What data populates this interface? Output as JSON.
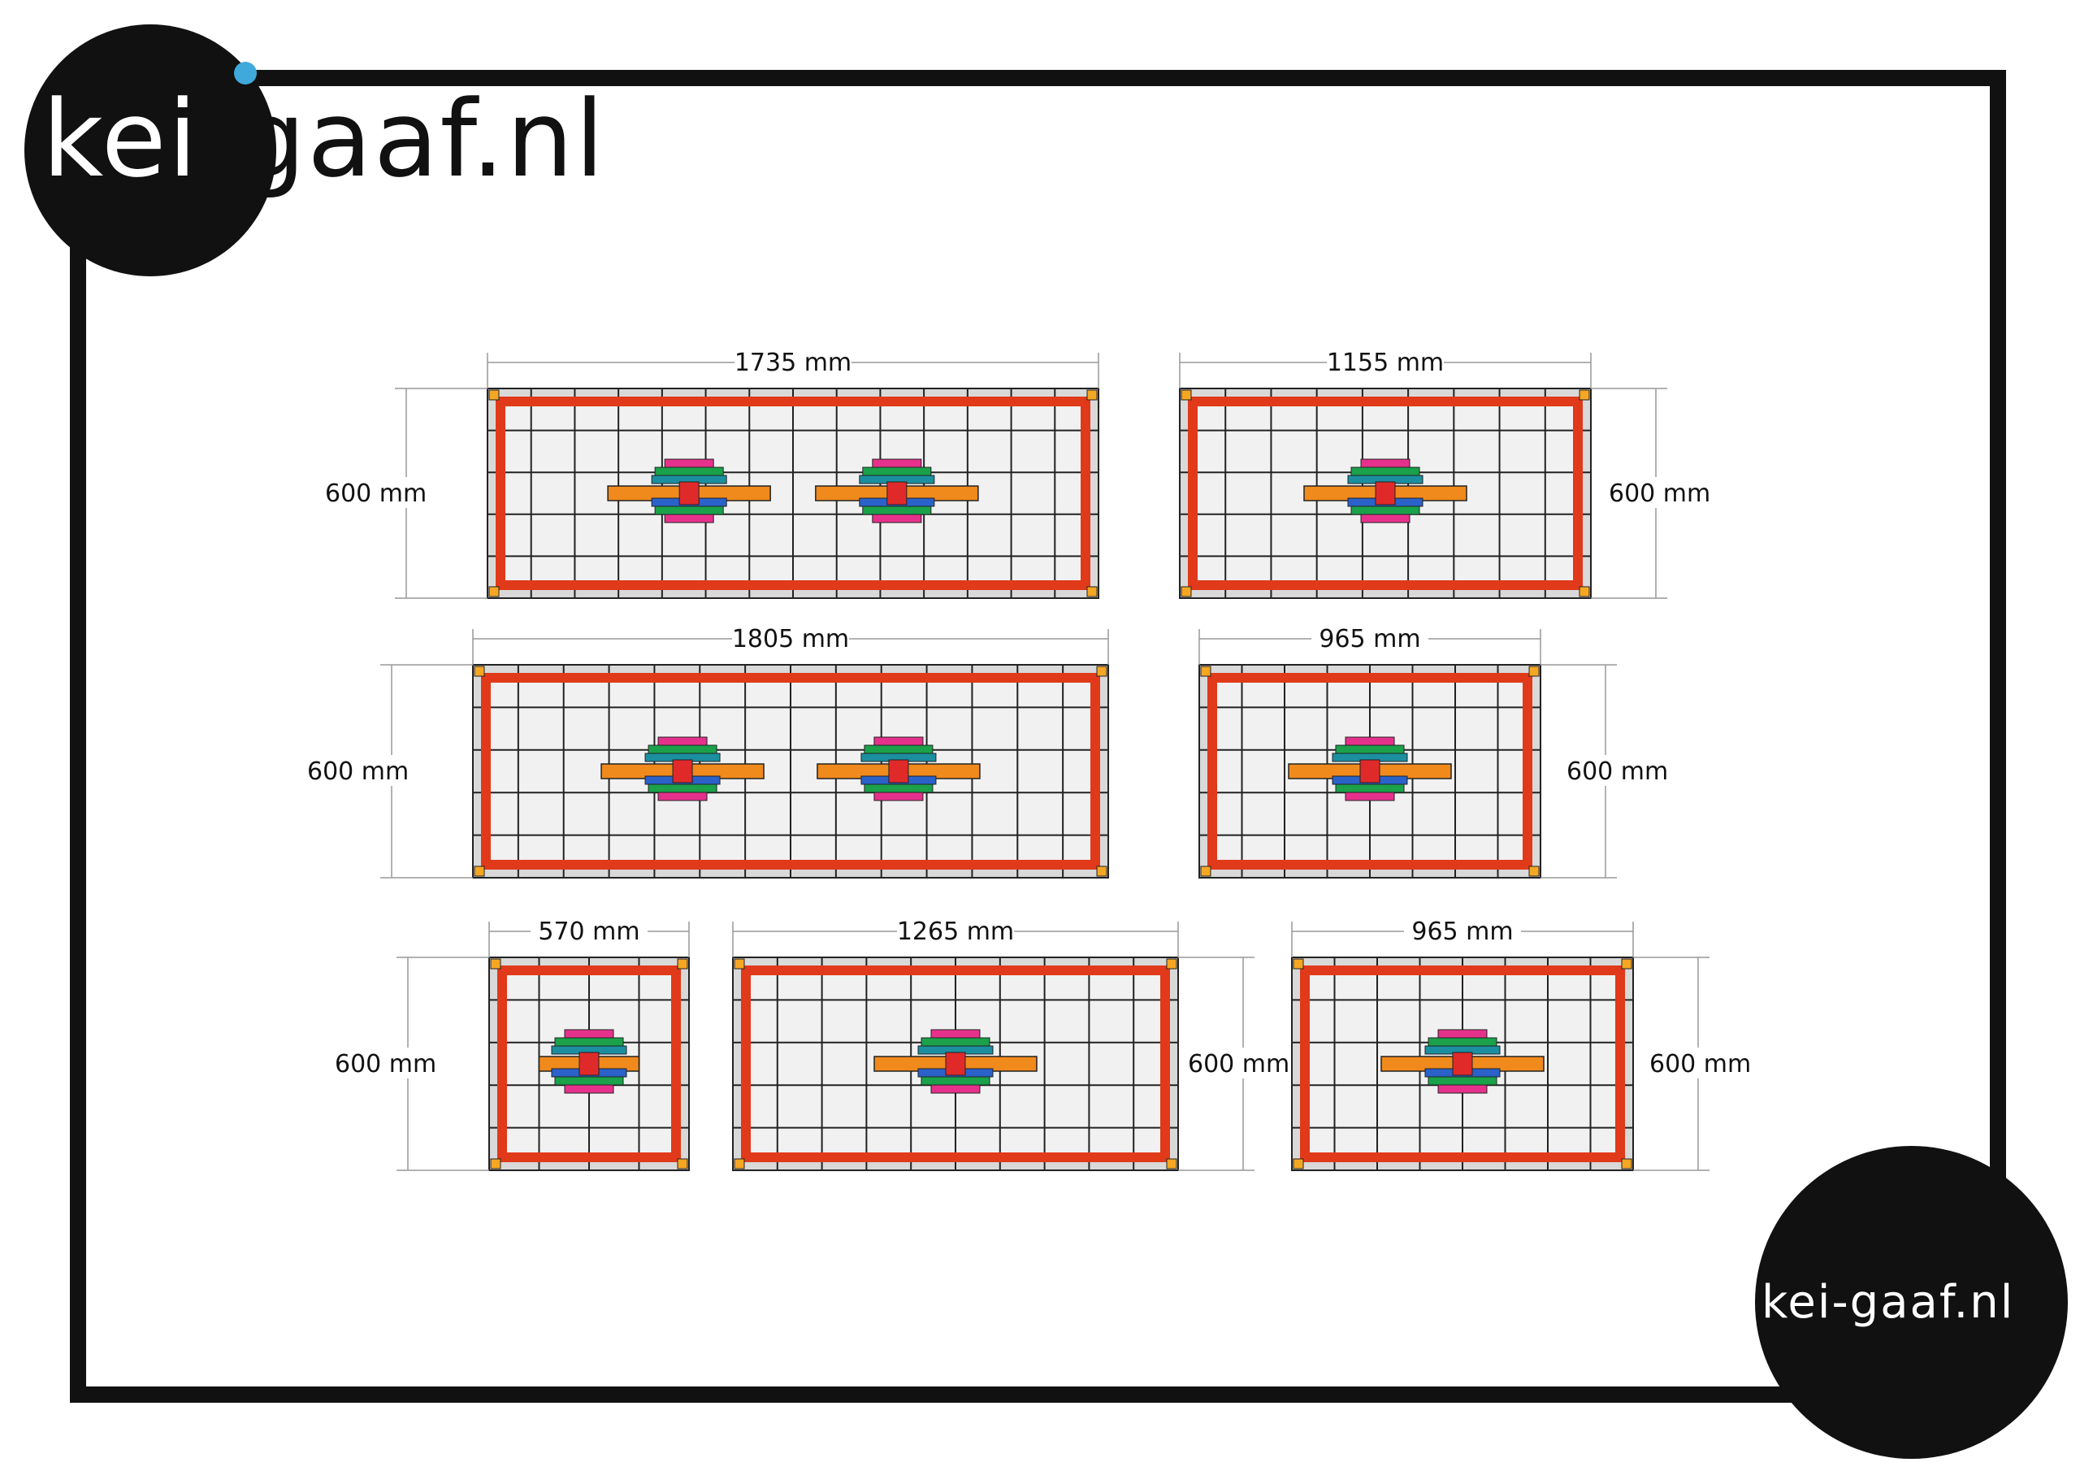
{
  "brand": {
    "logo_text": "kei-gaaf.nl",
    "logo_text_small": "kei-gaaf.nl",
    "accent_color": "#3fa9dc",
    "frame_color": "#111111"
  },
  "colors": {
    "border_red": "#e03a1a",
    "border_dark_red": "#b82008",
    "glass": "#e8e8e8",
    "lead": "#222222",
    "corner_square": "#f5a623",
    "bar_orange": "#f08a1c",
    "block_magenta": "#e6318c",
    "block_green": "#1aa14a",
    "block_teal": "#1b8f9f",
    "block_blue": "#2a62c9",
    "block_red": "#e02a2a"
  },
  "panels": [
    {
      "width_label": "1735 mm",
      "height_label": "600 mm",
      "width_mm": 1735,
      "height_mm": 600,
      "motifs": 2,
      "height_side": "left"
    },
    {
      "width_label": "1155 mm",
      "height_label": "600 mm",
      "width_mm": 1155,
      "height_mm": 600,
      "motifs": 1,
      "height_side": "right"
    },
    {
      "width_label": "1805 mm",
      "height_label": "600 mm",
      "width_mm": 1805,
      "height_mm": 600,
      "motifs": 2,
      "height_side": "left"
    },
    {
      "width_label": "965 mm",
      "height_label": "600 mm",
      "width_mm": 965,
      "height_mm": 600,
      "motifs": 1,
      "height_side": "right"
    },
    {
      "width_label": "570 mm",
      "height_label": "600 mm",
      "width_mm": 570,
      "height_mm": 600,
      "motifs": 1,
      "height_side": "left"
    },
    {
      "width_label": "1265 mm",
      "height_label": "600 mm",
      "width_mm": 1265,
      "height_mm": 600,
      "motifs": 1,
      "height_side": "right"
    },
    {
      "width_label": "965 mm",
      "height_label": "600 mm",
      "width_mm": 965,
      "height_mm": 600,
      "motifs": 1,
      "height_side": "right"
    }
  ]
}
